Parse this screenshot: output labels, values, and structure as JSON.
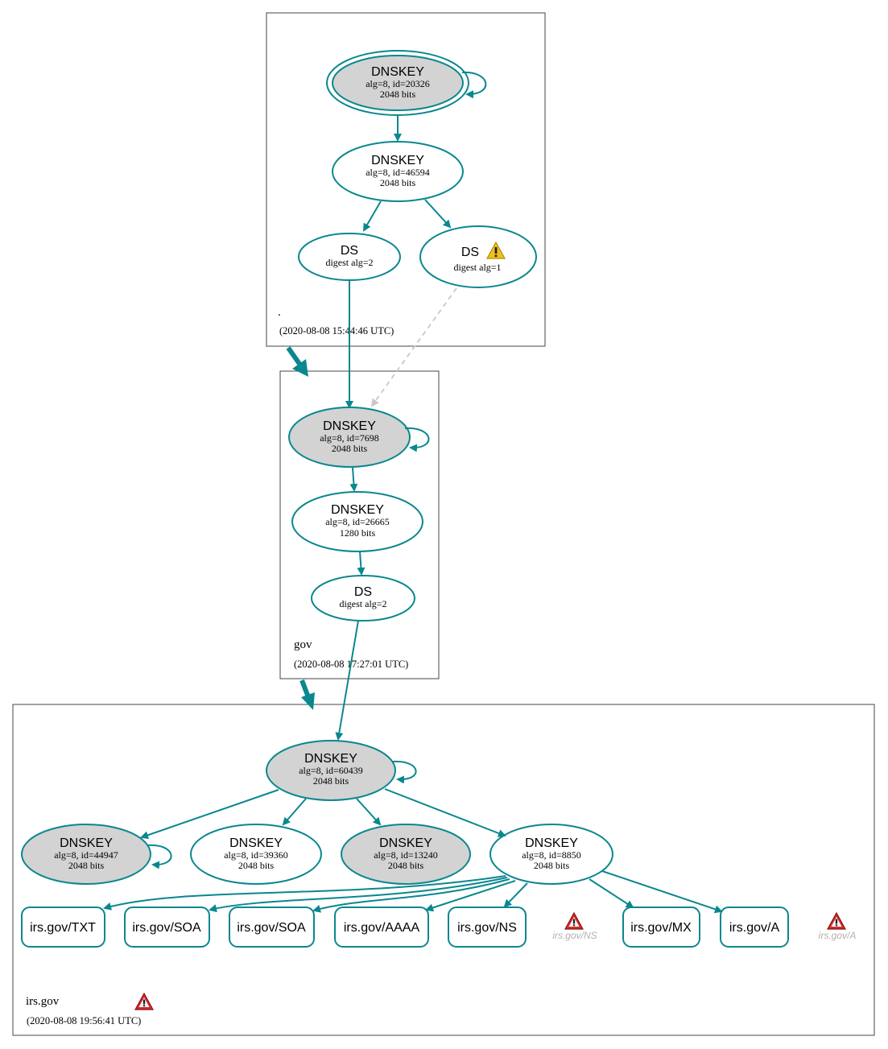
{
  "colors": {
    "edge": "#0a878f",
    "ksk_fill": "#d3d3d3",
    "zsk_fill": "#ffffff",
    "insecure_edge": "#c8c8c8",
    "warning_yellow": "#f0c020",
    "error_red": "#d42d2d"
  },
  "zones": {
    "root": {
      "name": ".",
      "time": "(2020-08-08 15:44:46 UTC)"
    },
    "gov": {
      "name": "gov",
      "time": "(2020-08-08 17:27:01 UTC)"
    },
    "irs": {
      "name": "irs.gov",
      "time": "(2020-08-08 19:56:41 UTC)",
      "status_icon": "error-icon"
    }
  },
  "nodes": {
    "root_ksk": {
      "title": "DNSKEY",
      "line1": "alg=8, id=20326",
      "line2": "2048 bits"
    },
    "root_zsk": {
      "title": "DNSKEY",
      "line1": "alg=8, id=46594",
      "line2": "2048 bits"
    },
    "root_ds2": {
      "title": "DS",
      "line1": "digest alg=2"
    },
    "root_ds1": {
      "title": "DS",
      "line1": "digest alg=1",
      "status_icon": "warning-icon"
    },
    "gov_ksk": {
      "title": "DNSKEY",
      "line1": "alg=8, id=7698",
      "line2": "2048 bits"
    },
    "gov_zsk": {
      "title": "DNSKEY",
      "line1": "alg=8, id=26665",
      "line2": "1280 bits"
    },
    "gov_ds": {
      "title": "DS",
      "line1": "digest alg=2"
    },
    "irs_ksk": {
      "title": "DNSKEY",
      "line1": "alg=8, id=60439",
      "line2": "2048 bits"
    },
    "irs_k44947": {
      "title": "DNSKEY",
      "line1": "alg=8, id=44947",
      "line2": "2048 bits"
    },
    "irs_k39360": {
      "title": "DNSKEY",
      "line1": "alg=8, id=39360",
      "line2": "2048 bits"
    },
    "irs_k13240": {
      "title": "DNSKEY",
      "line1": "alg=8, id=13240",
      "line2": "2048 bits"
    },
    "irs_k8850": {
      "title": "DNSKEY",
      "line1": "alg=8, id=8850",
      "line2": "2048 bits"
    }
  },
  "rrsets": {
    "txt": "irs.gov/TXT",
    "soa1": "irs.gov/SOA",
    "soa2": "irs.gov/SOA",
    "aaaa": "irs.gov/AAAA",
    "ns": "irs.gov/NS",
    "ns_missing": "irs.gov/NS",
    "mx": "irs.gov/MX",
    "a": "irs.gov/A",
    "a_missing": "irs.gov/A"
  }
}
